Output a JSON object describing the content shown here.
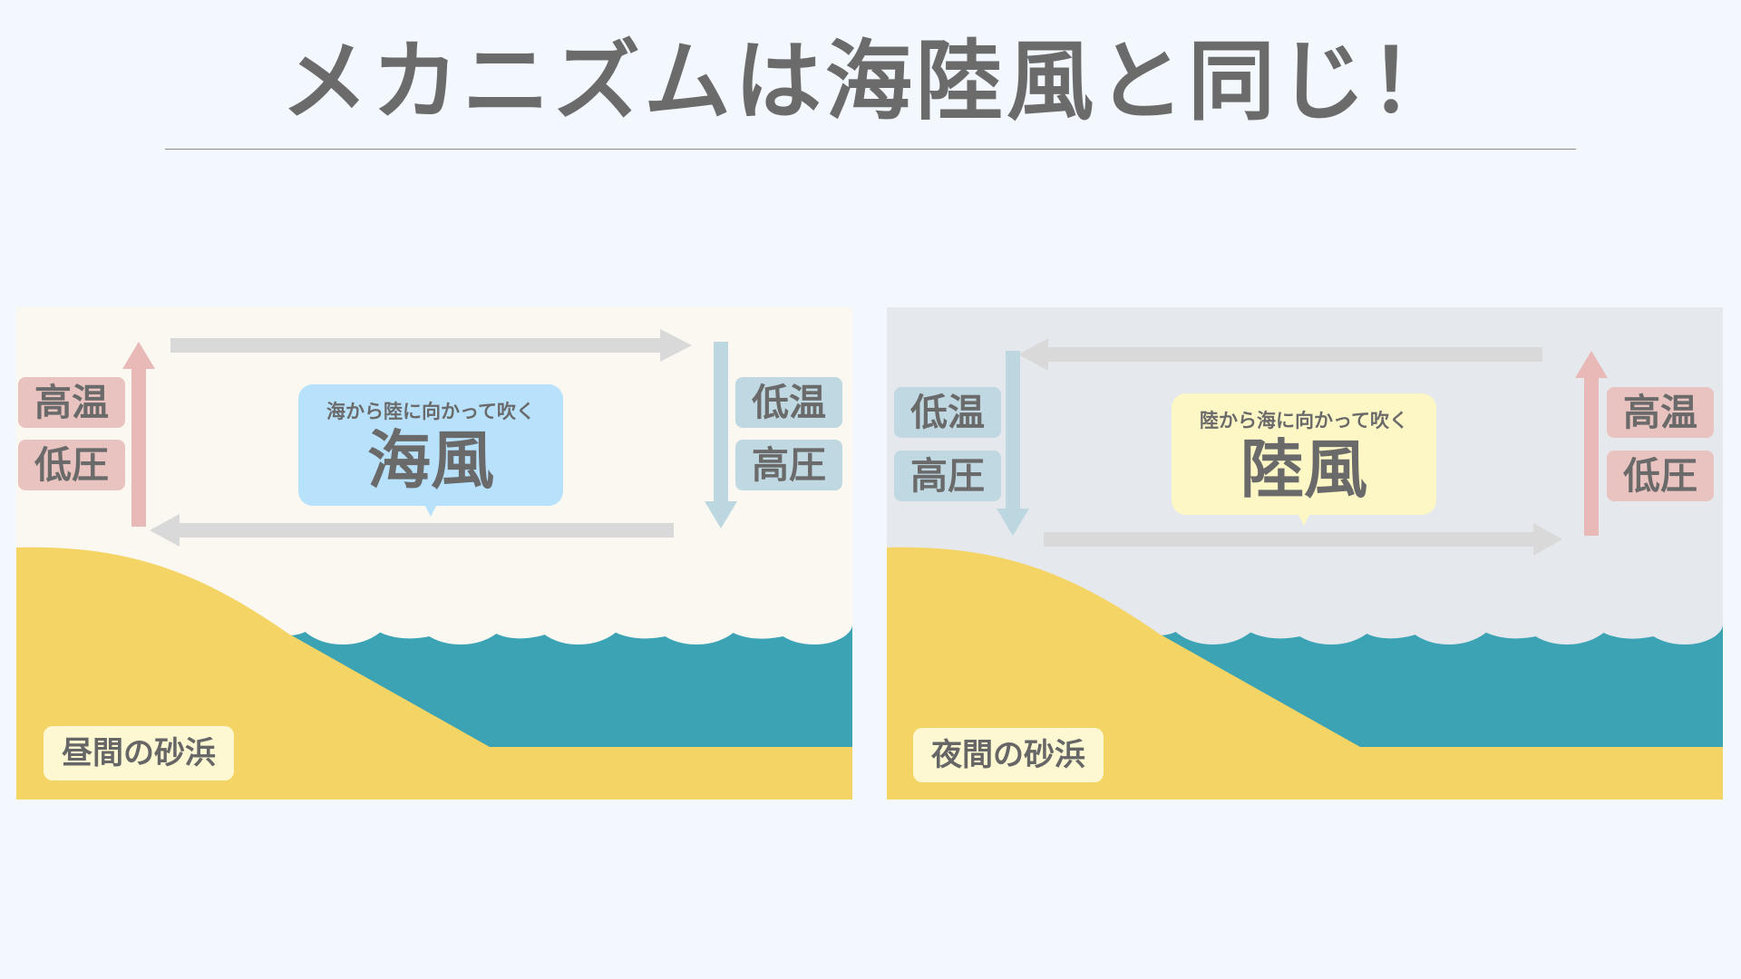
{
  "title": "メカニズムは海陸風と同じ！",
  "day": {
    "left_tags": [
      "高温",
      "低圧"
    ],
    "right_tags": [
      "低温",
      "高圧"
    ],
    "bubble_sub": "海から陸に向かって吹く",
    "bubble_main": "海風",
    "label": "昼間の砂浜"
  },
  "night": {
    "left_tags": [
      "低温",
      "高圧"
    ],
    "right_tags": [
      "高温",
      "低圧"
    ],
    "bubble_sub": "陸から海に向かって吹く",
    "bubble_main": "陸風",
    "label": "夜間の砂浜"
  },
  "colors": {
    "day_sky": "#faf8f0",
    "night_sky": "#e5e8ec",
    "sand": "#f5d466",
    "sea": "#3ca3b5",
    "arrow_gray": "#d9d9d9",
    "arrow_warm": "#e8b9b6",
    "arrow_cool": "#bcd7df"
  }
}
